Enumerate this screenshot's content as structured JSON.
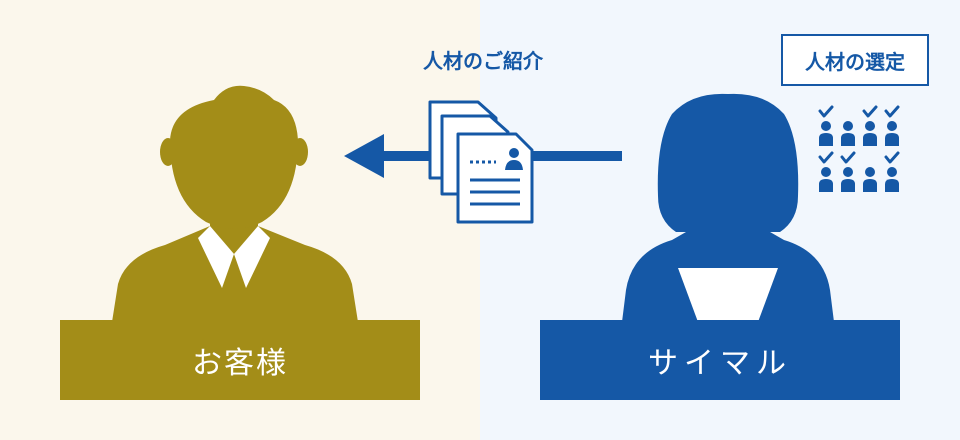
{
  "diagram": {
    "intro_label": "人材のご紹介",
    "selection_label": "人材の選定",
    "client_label": "お客様",
    "provider_label": "サイマル"
  },
  "colors": {
    "client_gold": "#a38d18",
    "provider_blue": "#1558a6",
    "left_bg": "#fbf7ec",
    "right_bg": "#f2f7fd"
  },
  "candidates": {
    "rows": [
      [
        true,
        false,
        true,
        true
      ],
      [
        true,
        true,
        false,
        true
      ]
    ]
  }
}
